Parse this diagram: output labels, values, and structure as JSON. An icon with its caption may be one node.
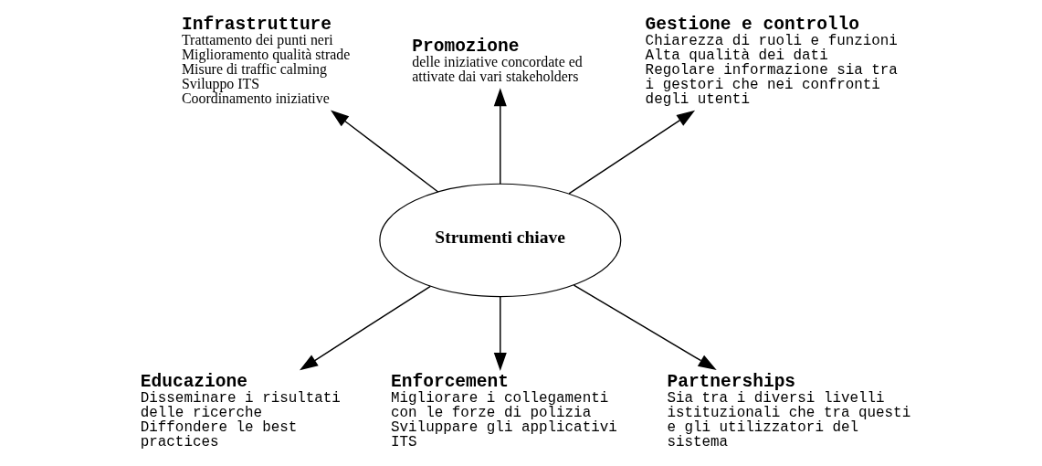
{
  "diagram": {
    "nodes": [
      {
        "text": [
          "Infrastrutture",
          "Trattamento dei punti neri",
          "Miglioramento qualità strade",
          "Misure di traffic calming",
          "Sviluppo ITS",
          "Coordinamento iniziative"
        ]
      },
      {
        "text": [
          "Promozione",
          "delle iniziative concordate ed attivate dai vari stakeholders"
        ]
      },
      {
        "text": [
          "Gestione e controllo",
          "Chiarezza di ruoli e funzioni",
          "Alta qualità dei dati",
          "Regolare informazione sia tra i gestori che nei confronti degli utenti"
        ]
      },
      {
        "text": [
          "Strumenti chiave"
        ]
      },
      {
        "text": [
          "Educazione",
          "Disseminare i risultati delle ricerche",
          "Diffondere le best practices"
        ]
      },
      {
        "text": [
          "Enforcement",
          "Migliorare i collegamenti con le forze di polizia",
          "Sviluppare gli applicativi ITS"
        ]
      },
      {
        "text": [
          "Partnerships",
          "Sia tra i diversi livelli istituzionali che tra questi e gli utilizzatori del sistema"
        ]
      }
    ],
    "edges": [
      {
        "from": 3,
        "to": 0,
        "arrow": "to"
      },
      {
        "from": 3,
        "to": 1,
        "arrow": "to"
      },
      {
        "from": 3,
        "to": 2,
        "arrow": "to"
      },
      {
        "from": 3,
        "to": 4,
        "arrow": "to"
      },
      {
        "from": 3,
        "to": 5,
        "arrow": "to"
      },
      {
        "from": 3,
        "to": 6,
        "arrow": "to"
      }
    ]
  }
}
